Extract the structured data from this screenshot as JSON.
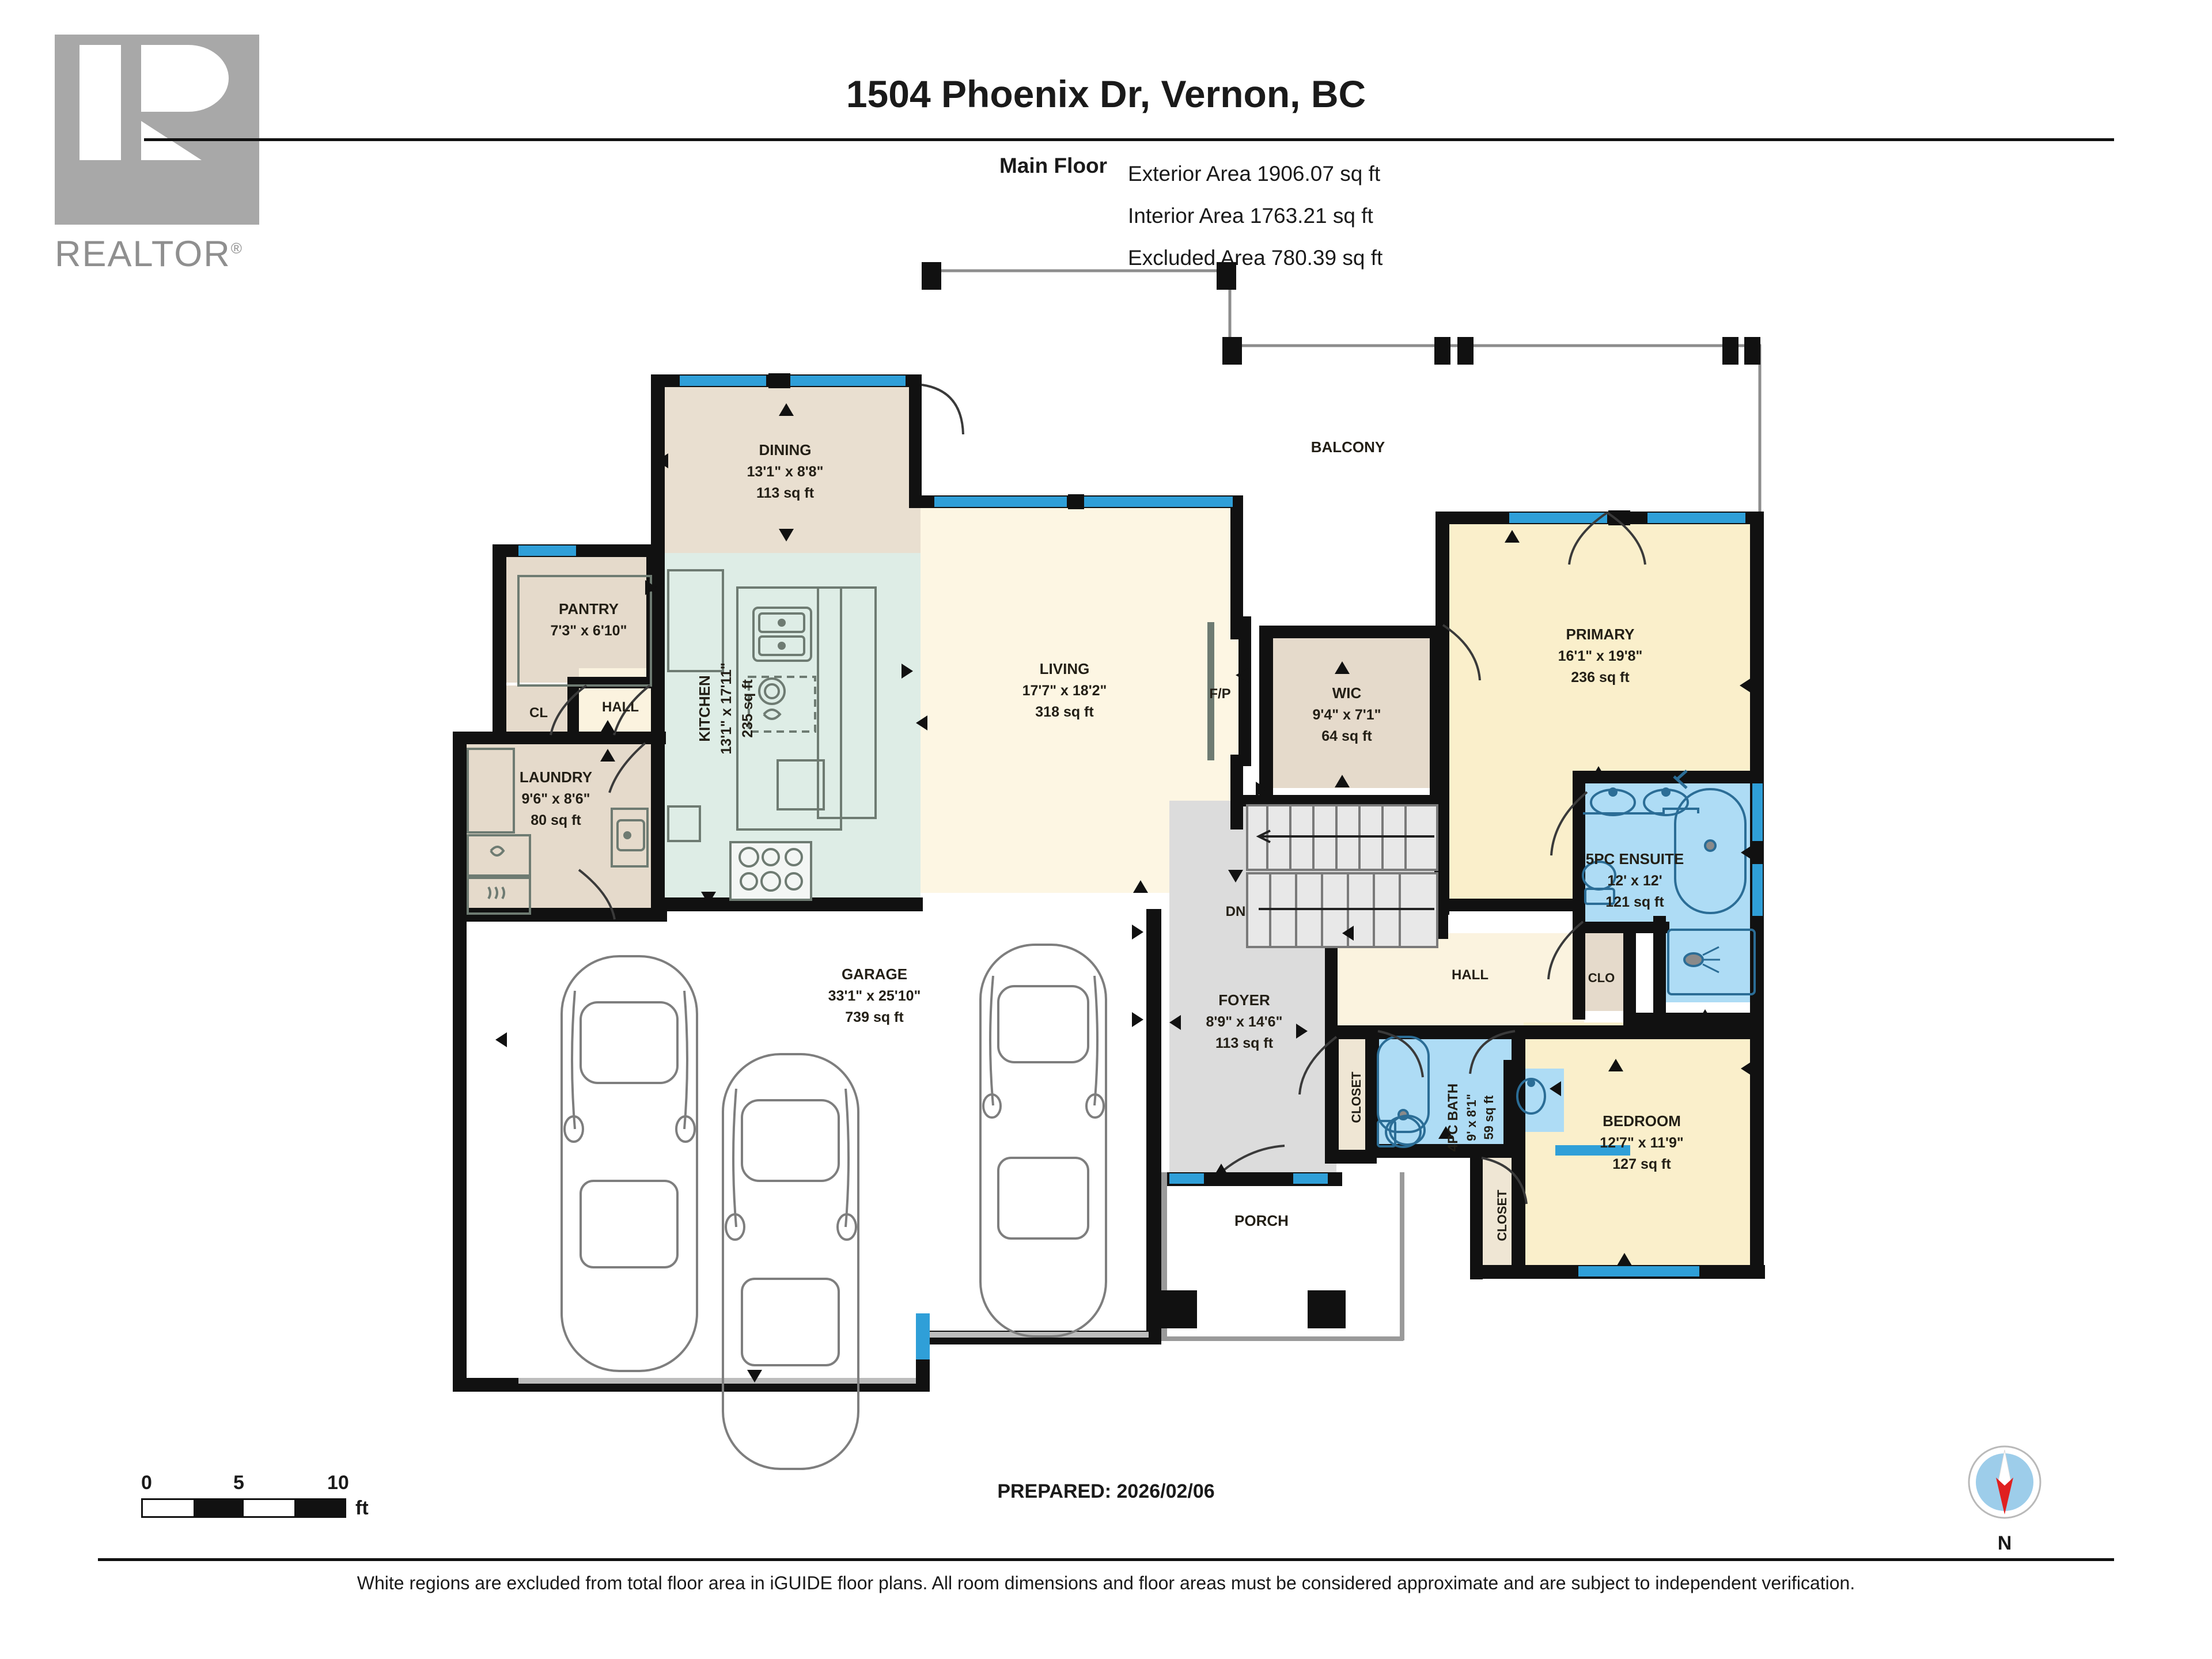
{
  "logo": {
    "brand": "REALTOR",
    "registered_mark": "®"
  },
  "header": {
    "title": "1504 Phoenix Dr, Vernon, BC",
    "floor_label": "Main Floor",
    "areas": [
      "Exterior Area 1906.07 sq ft",
      "Interior Area 1763.21 sq ft",
      "Excluded Area 780.39 sq ft"
    ]
  },
  "rooms": [
    {
      "key": "dining",
      "name": "DINING",
      "dimensions": "13'1\" x 8'8\"",
      "area": "113 sq ft",
      "fill": "#E9DFD0"
    },
    {
      "key": "pantry",
      "name": "PANTRY",
      "dimensions": "7'3\" x 6'10\"",
      "area": "",
      "fill": "#E5DACB"
    },
    {
      "key": "cl",
      "name": "CL",
      "dimensions": "",
      "area": "",
      "fill": "#E5DACB"
    },
    {
      "key": "hall1",
      "name": "HALL",
      "dimensions": "",
      "area": "",
      "fill": "#FBF3DF"
    },
    {
      "key": "laundry",
      "name": "LAUNDRY",
      "dimensions": "9'6\" x 8'6\"",
      "area": "80 sq ft",
      "fill": "#E5DACB"
    },
    {
      "key": "kitchen",
      "name": "KITCHEN",
      "dimensions": "13'1\" x 17'11\"",
      "area": "235 sq ft",
      "fill": "#DEEDE6"
    },
    {
      "key": "living",
      "name": "LIVING",
      "dimensions": "17'7\" x 18'2\"",
      "area": "318 sq ft",
      "fill": "#FDF6E3"
    },
    {
      "key": "fp",
      "name": "F/P",
      "dimensions": "",
      "area": "",
      "fill": "#FDF6E3"
    },
    {
      "key": "wic",
      "name": "WIC",
      "dimensions": "9'4\" x 7'1\"",
      "area": "64 sq ft",
      "fill": "#E5DACB"
    },
    {
      "key": "primary",
      "name": "PRIMARY",
      "dimensions": "16'1\" x 19'8\"",
      "area": "236 sq ft",
      "fill": "#FAEFCB"
    },
    {
      "key": "ensuite",
      "name": "5PC ENSUITE",
      "dimensions": "12' x 12'",
      "area": "121 sq ft",
      "fill": "#AEDCF5"
    },
    {
      "key": "hall2",
      "name": "HALL",
      "dimensions": "",
      "area": "",
      "fill": "#FBF3DF"
    },
    {
      "key": "clo",
      "name": "CLO",
      "dimensions": "",
      "area": "",
      "fill": "#E5DACB"
    },
    {
      "key": "bedroom",
      "name": "BEDROOM",
      "dimensions": "12'7\" x 11'9\"",
      "area": "127 sq ft",
      "fill": "#FAEFCB"
    },
    {
      "key": "bath4pc",
      "name": "4PC BATH",
      "dimensions": "9' x 8'1\"",
      "area": "59 sq ft",
      "fill": "#AEDCF5"
    },
    {
      "key": "closet1",
      "name": "CLOSET",
      "dimensions": "",
      "area": "",
      "fill": "#EFE6D4"
    },
    {
      "key": "closet2",
      "name": "CLOSET",
      "dimensions": "",
      "area": "",
      "fill": "#EFE6D4"
    },
    {
      "key": "foyer",
      "name": "FOYER",
      "dimensions": "8'9\" x 14'6\"",
      "area": "113 sq ft",
      "fill": "#DCDCDC"
    },
    {
      "key": "garage",
      "name": "GARAGE",
      "dimensions": "33'1\" x 25'10\"",
      "area": "739 sq ft",
      "fill": "#FFFFFF"
    },
    {
      "key": "porch",
      "name": "PORCH",
      "dimensions": "",
      "area": "",
      "fill": "#FFFFFF"
    },
    {
      "key": "balcony",
      "name": "BALCONY",
      "dimensions": "",
      "area": "",
      "fill": "#FFFFFF"
    }
  ],
  "annotations": {
    "stairs_down": "DN"
  },
  "scale": {
    "ticks": [
      "0",
      "5",
      "10"
    ],
    "unit": "ft",
    "segments": [
      "white",
      "black",
      "white",
      "black"
    ]
  },
  "compass": {
    "label": "N"
  },
  "footer": {
    "prepared": "PREPARED: 2026/02/06",
    "disclaimer": "White regions are excluded from total floor area in iGUIDE floor plans. All room dimensions and floor areas must be considered approximate and are subject to independent verification."
  },
  "colors": {
    "wall": "#111111",
    "window": "#2F9FD8",
    "fixture_stroke": "#6E7B72",
    "text": "#231F16",
    "logo_gray": "#A8A8A8",
    "compass_blue": "#9DCDEA",
    "compass_red": "#E02020"
  }
}
